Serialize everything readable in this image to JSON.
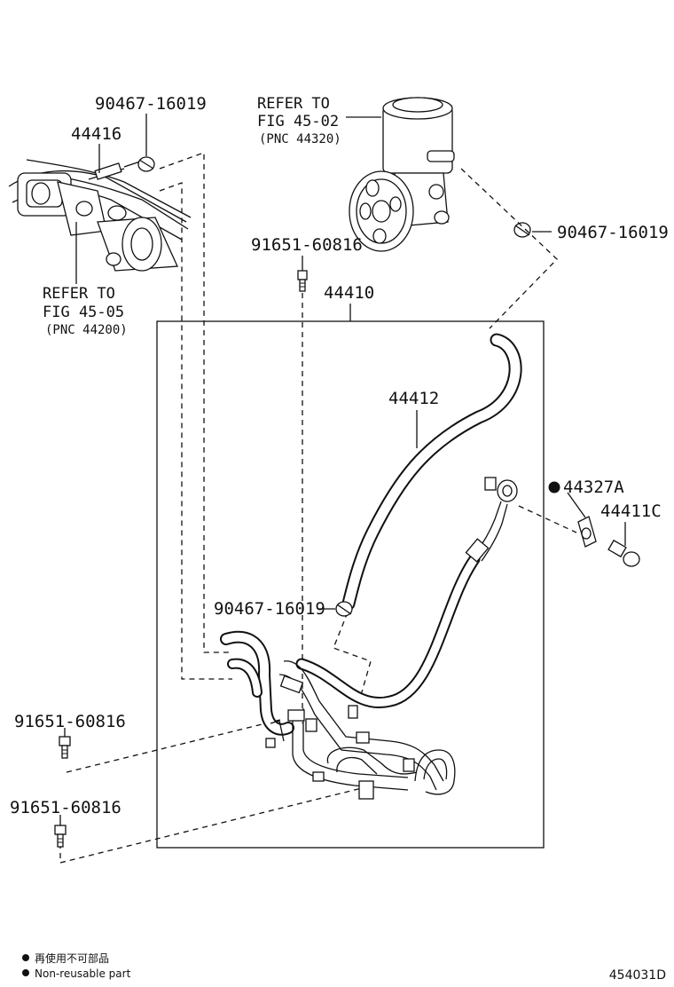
{
  "labels": {
    "clip_top_left": "90467-16019",
    "part_44416": "44416",
    "refer_gear": {
      "line1": "REFER TO",
      "line2": "FIG 45-05",
      "line3": "(PNC 44200)"
    },
    "refer_pump": {
      "line1": "REFER TO",
      "line2": "FIG 45-02",
      "line3": "(PNC 44320)"
    },
    "clip_pump": "90467-16019",
    "bolt_top": "91651-60816",
    "assembly": "44410",
    "hose_return": "44412",
    "gasket": "44327A",
    "union_bolt": "44411C",
    "clip_middle": "90467-16019",
    "bolt_left_upper": "91651-60816",
    "bolt_left_lower": "91651-60816"
  },
  "legend": {
    "line_jp": "再使用不可部品",
    "line_en": "Non-reusable part"
  },
  "figure_code": "454031D"
}
